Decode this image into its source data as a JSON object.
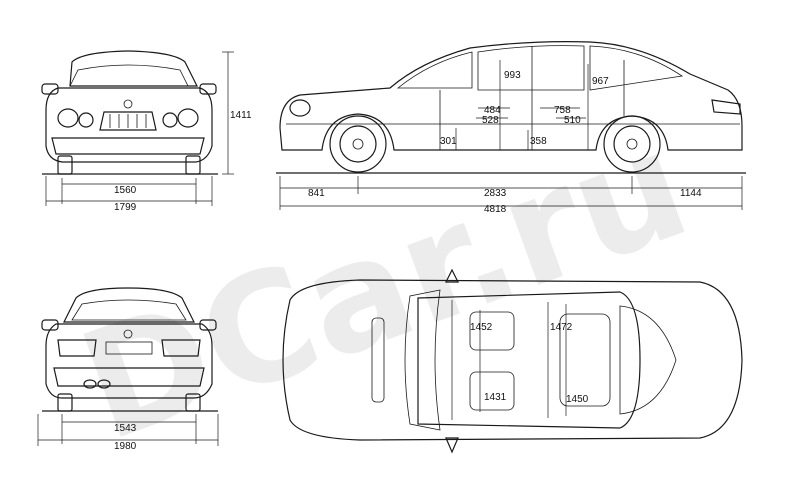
{
  "watermark": "DCar.ru",
  "front_view": {
    "height": "1411",
    "track": "1560",
    "width": "1799"
  },
  "side_view": {
    "interior_height_front": "993",
    "interior_height_rear": "967",
    "front_seat_dim_a": "484",
    "front_seat_dim_b": "528",
    "rear_seat_dim_a": "758",
    "rear_seat_dim_b": "510",
    "sill_height": "301",
    "seat_height": "358",
    "front_overhang": "841",
    "wheelbase": "2833",
    "rear_overhang": "1144",
    "length": "4818"
  },
  "rear_view": {
    "track": "1543",
    "width_mirrors": "1980"
  },
  "top_view": {
    "front_shoulder": "1452",
    "rear_shoulder": "1472",
    "front_hip": "1431",
    "rear_hip": "1450"
  }
}
